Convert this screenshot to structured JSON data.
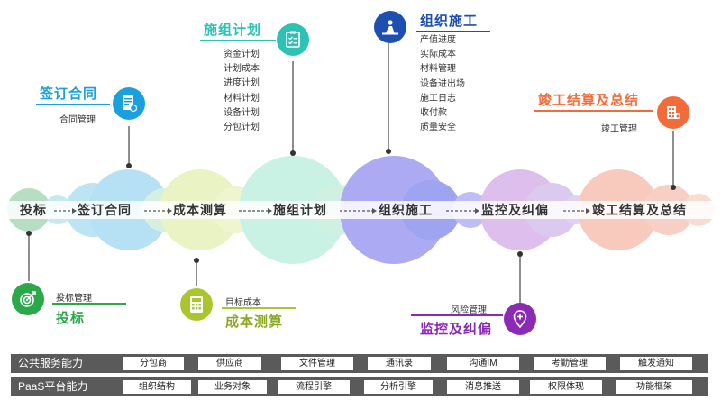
{
  "timeline": {
    "stages": [
      "投标",
      "签订合同",
      "成本测算",
      "施组计划",
      "组织施工",
      "监控及纠偏",
      "竣工结算及总结"
    ]
  },
  "nodes": {
    "sign_contract": {
      "title": "签订合同",
      "subtitle": "合同管理",
      "color": "#1aa0dc"
    },
    "construction_plan": {
      "title": "施组计划",
      "items": [
        "资金计划",
        "计划成本",
        "进度计划",
        "材料计划",
        "设备计划",
        "分包计划"
      ],
      "color": "#2cc3b4"
    },
    "org_construction": {
      "title": "组织施工",
      "items": [
        "产值进度",
        "实际成本",
        "材料管理",
        "设备进出场",
        "施工日志",
        "收付款",
        "质量安全"
      ],
      "color": "#1d4fb0"
    },
    "completion": {
      "title": "竣工结算及总结",
      "subtitle": "竣工管理",
      "color": "#f26b38"
    },
    "bidding": {
      "title": "投标",
      "subtitle": "投标管理",
      "color": "#2aa84a"
    },
    "cost_estimation": {
      "title": "成本测算",
      "subtitle": "目标成本",
      "color": "#a9c62f"
    },
    "monitoring": {
      "title": "监控及纠偏",
      "subtitle": "风险管理",
      "color": "#8b2bb5"
    }
  },
  "capabilities": {
    "public_service": {
      "label": "公共服务能力",
      "items": [
        "分包商",
        "供应商",
        "文件管理",
        "通讯录",
        "沟通IM",
        "考勤管理",
        "触发通知"
      ]
    },
    "paas": {
      "label": "PaaS平台能力",
      "items": [
        "组织结构",
        "业务对象",
        "流程引擎",
        "分析引擎",
        "消息推送",
        "权限体现",
        "功能框架"
      ]
    }
  }
}
